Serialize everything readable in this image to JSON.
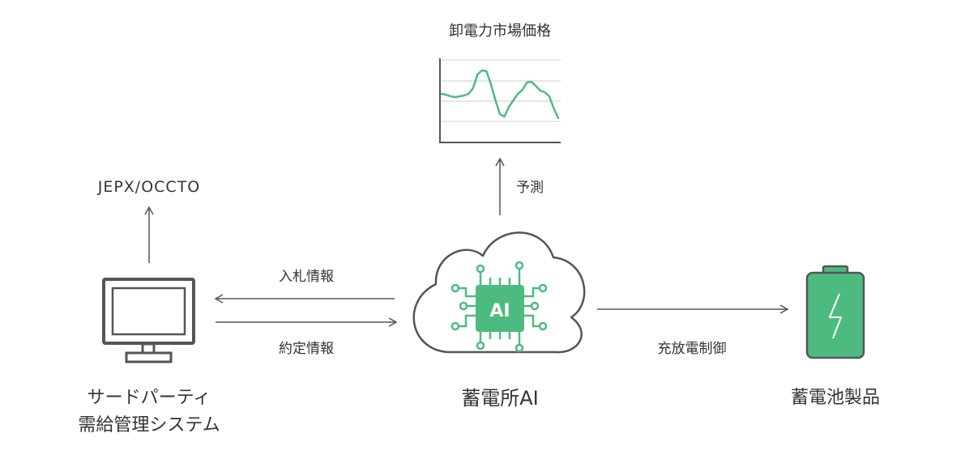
{
  "chart": {
    "title": "卸電力市場価格",
    "series_values": [
      0.58,
      0.57,
      0.55,
      0.54,
      0.55,
      0.56,
      0.58,
      0.65,
      0.82,
      0.87,
      0.86,
      0.7,
      0.5,
      0.33,
      0.3,
      0.42,
      0.5,
      0.58,
      0.63,
      0.72,
      0.73,
      0.68,
      0.62,
      0.6,
      0.55,
      0.4,
      0.28
    ]
  },
  "labels": {
    "forecast": "予測",
    "jepx": "JEPX/OCCTO",
    "bid_info": "入札情報",
    "contract_info": "約定情報",
    "charge_control": "充放電制御",
    "third_party_line1": "サードパーティ",
    "third_party_line2": "需給管理システム",
    "ai_name": "蓄電所AI",
    "chip_text": "AI",
    "battery_label": "蓄電池製品"
  },
  "colors": {
    "accent_green": "#4dbb80",
    "line_gray": "#555555",
    "text": "#333333"
  },
  "icons": [
    "monitor-icon",
    "cloud-icon",
    "ai-chip-icon",
    "battery-icon",
    "lightning-icon"
  ]
}
